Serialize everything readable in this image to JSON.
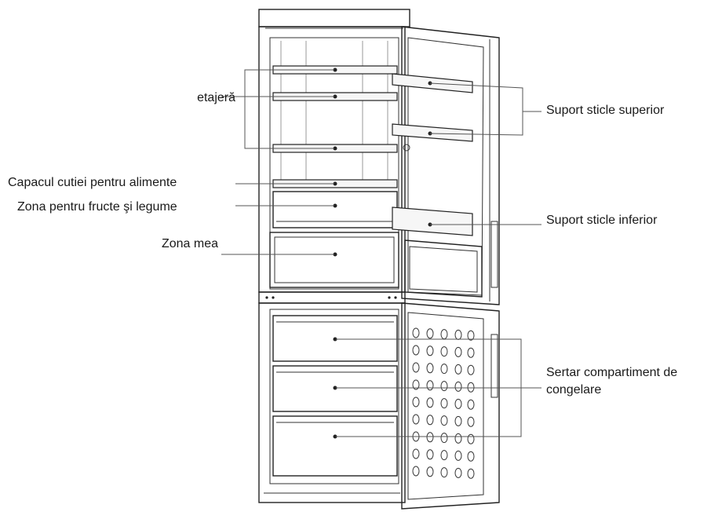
{
  "labels": {
    "etajera": "etajeră",
    "capacul_cutiei": "Capacul cutiei pentru alimente",
    "zona_fructe": "Zona pentru fructe şi legume",
    "zona_mea": "Zona mea",
    "suport_superior": "Suport sticle superior",
    "suport_inferior": "Suport sticle inferior",
    "sertar_line1": "Sertar compartiment de",
    "sertar_line2": "congelare"
  }
}
